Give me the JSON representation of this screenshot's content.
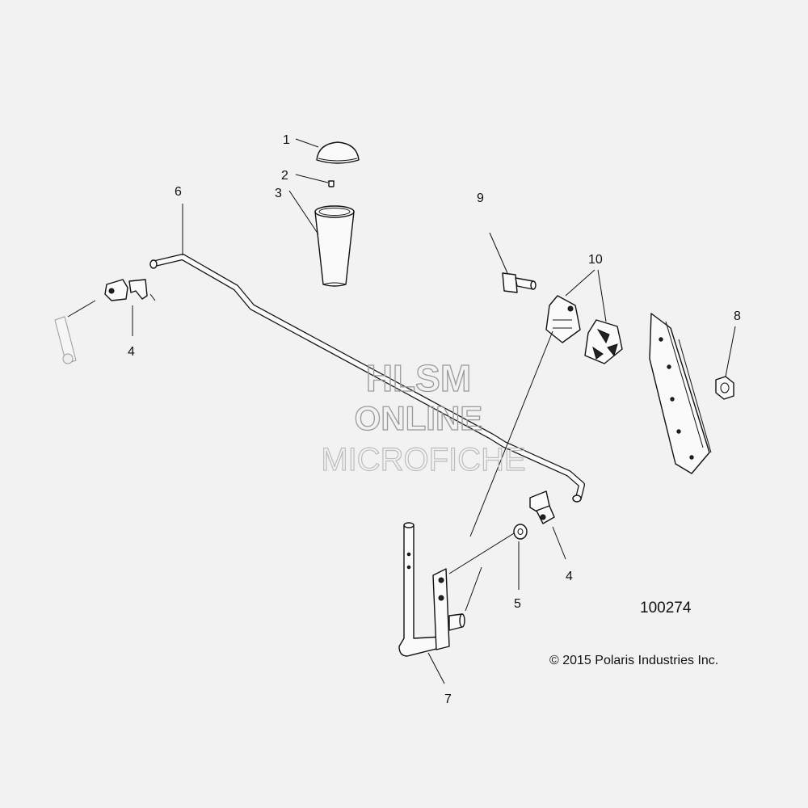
{
  "diagram": {
    "callouts": [
      "1",
      "2",
      "3",
      "4",
      "4",
      "5",
      "6",
      "7",
      "8",
      "9",
      "10"
    ],
    "reference_number": "100274",
    "copyright": "© 2015 Polaris Industries Inc.",
    "watermark": {
      "line1": "HLSM",
      "line2": "ONLINE",
      "line3": "MICROFICHE"
    }
  }
}
